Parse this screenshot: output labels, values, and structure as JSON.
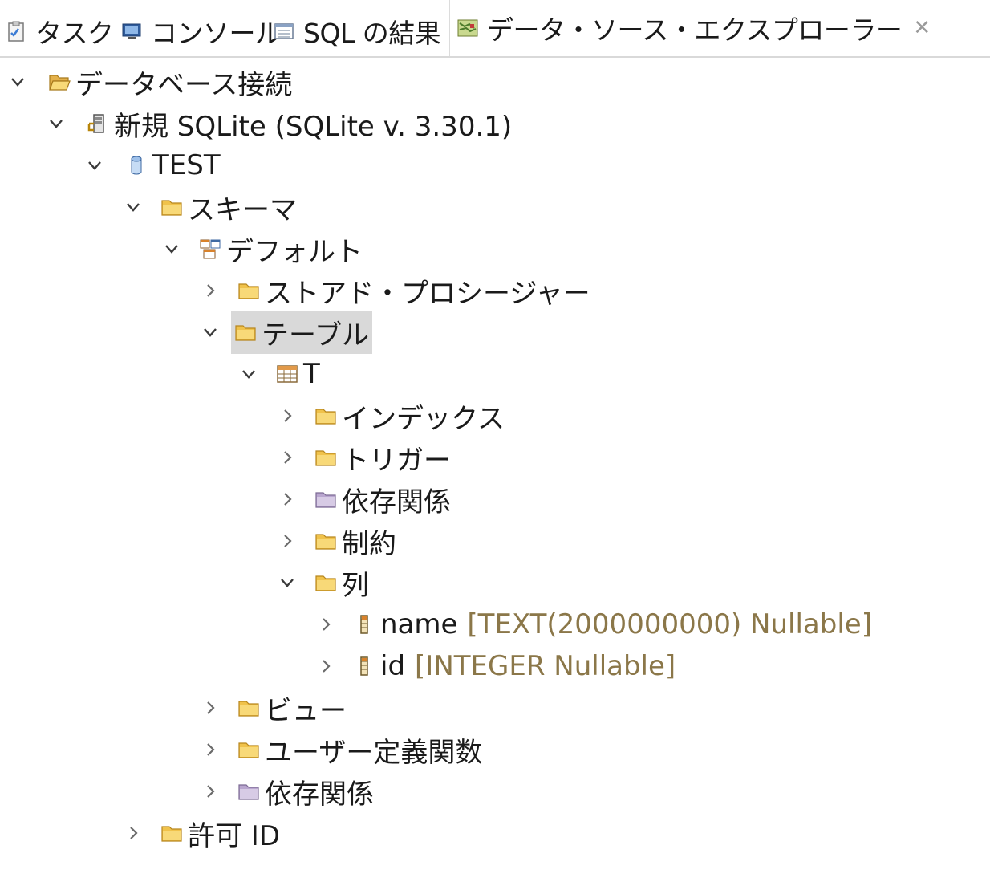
{
  "tabs": [
    {
      "label": "タスク",
      "icon": "task-icon"
    },
    {
      "label": "コンソール",
      "icon": "console-icon"
    },
    {
      "label": "SQL の結果",
      "icon": "sql-results-icon"
    },
    {
      "label": "データ・ソース・エクスプローラー",
      "icon": "data-source-explorer-icon",
      "active": true,
      "close": "✕"
    }
  ],
  "tree": {
    "db_connections": "データベース接続",
    "connection": "新規 SQLite (SQLite v. 3.30.1)",
    "database": "TEST",
    "schemas": "スキーマ",
    "default_schema": "デフォルト",
    "stored_procedures": "ストアド・プロシージャー",
    "tables": "テーブル",
    "table_t": "T",
    "indexes": "インデックス",
    "triggers": "トリガー",
    "dependencies": "依存関係",
    "constraints": "制約",
    "columns": "列",
    "col_name": "name",
    "col_name_type": "[TEXT(2000000000) Nullable]",
    "col_id": "id",
    "col_id_type": "[INTEGER Nullable]",
    "views": "ビュー",
    "udfs": "ユーザー定義関数",
    "dependencies2": "依存関係",
    "auth_ids": "許可 ID"
  },
  "colors": {
    "type_text": "#8b7749",
    "folder": "#f0c24b",
    "folder_purple": "#b9a6cf",
    "selection": "#d9d9d9"
  }
}
